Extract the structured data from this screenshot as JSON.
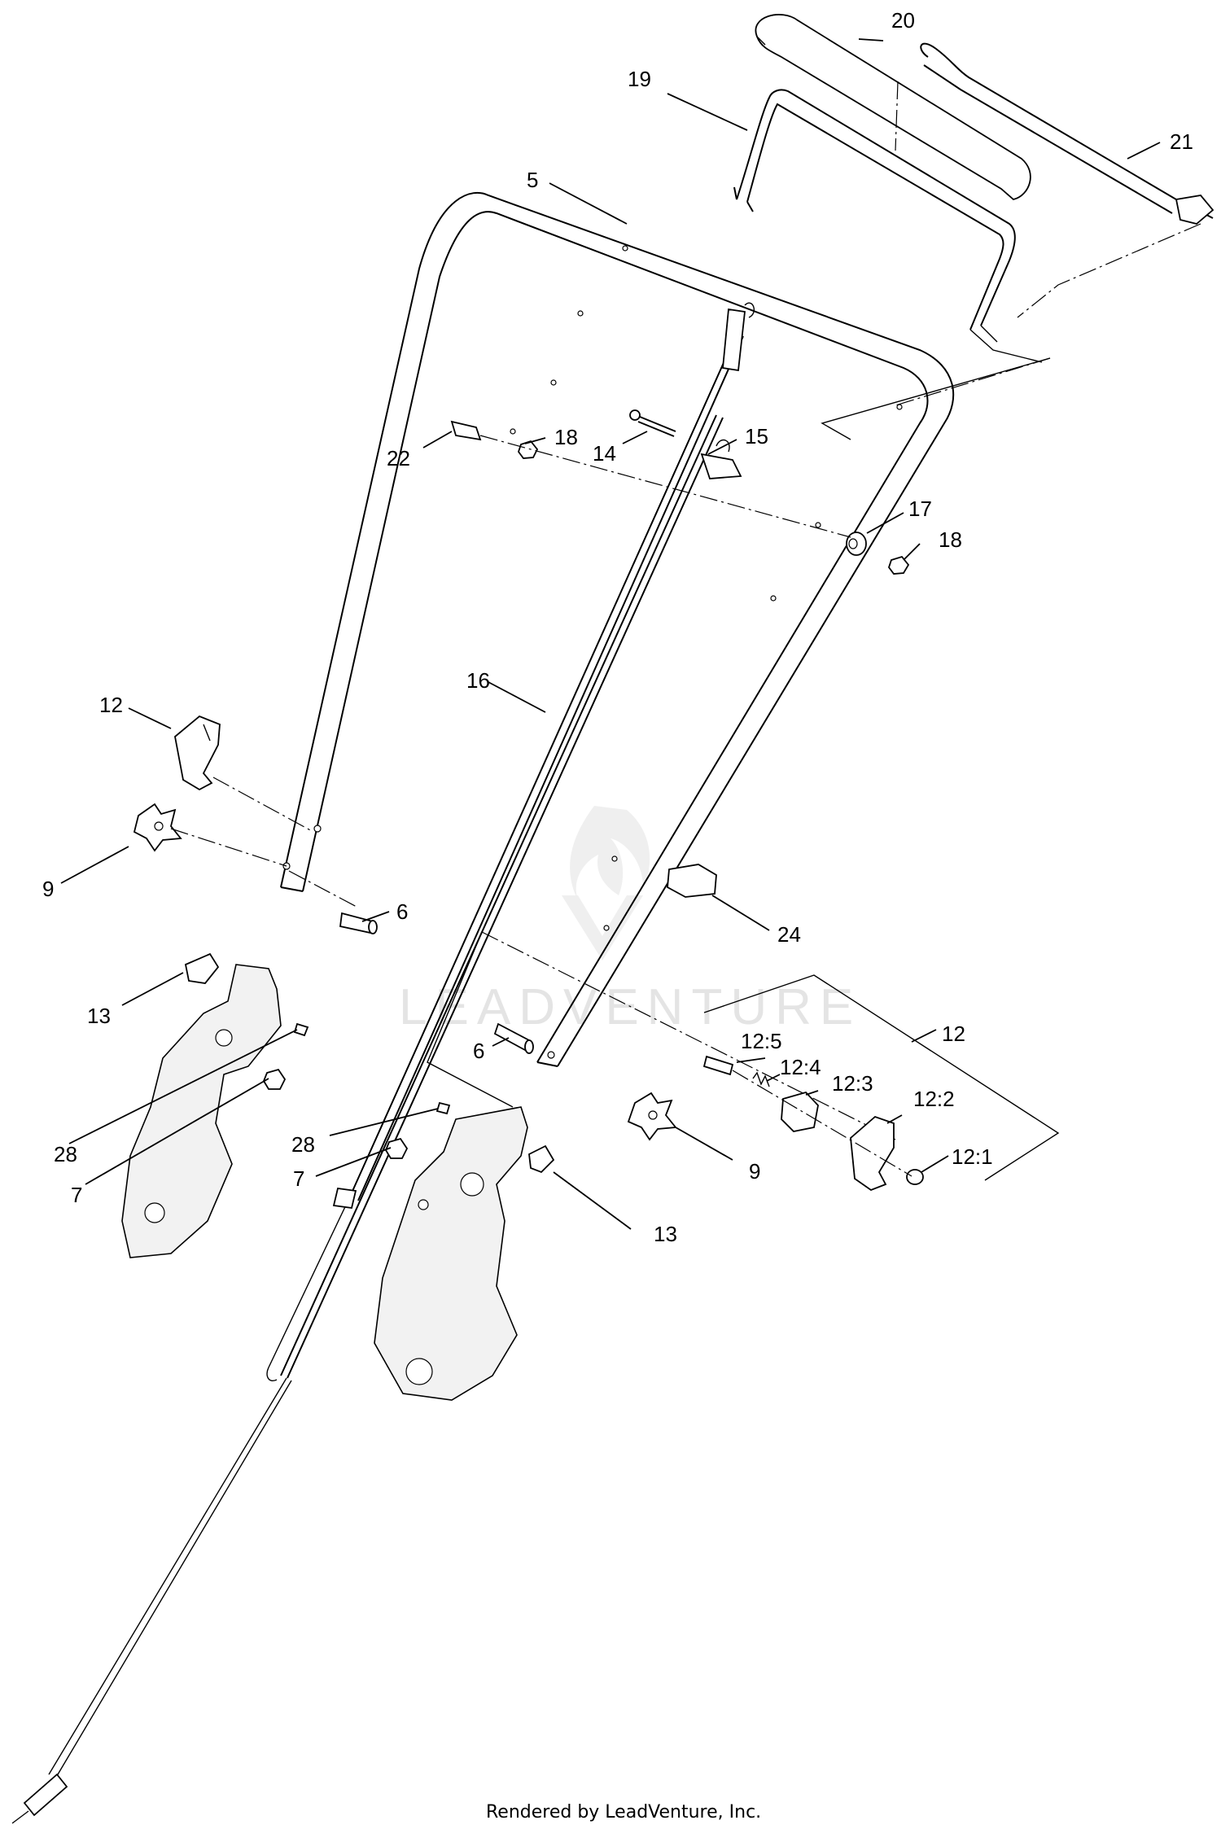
{
  "diagram": {
    "watermark": "LEADVENTURE",
    "footer": "Rendered by LeadVenture, Inc.",
    "callouts": {
      "c20": "20",
      "c19": "19",
      "c21": "21",
      "c5": "5",
      "c22": "22",
      "c18a": "18",
      "c14": "14",
      "c15": "15",
      "c17": "17",
      "c18b": "18",
      "c16": "16",
      "c12a": "12",
      "c9a": "9",
      "c6a": "6",
      "c24": "24",
      "c13a": "13",
      "c12b": "12",
      "c12_5": "12:5",
      "c6b": "6",
      "c12_4": "12:4",
      "c12_3": "12:3",
      "c12_2": "12:2",
      "c28a": "28",
      "c7a": "7",
      "c28b": "28",
      "c7b": "7",
      "c9b": "9",
      "c12_1": "12:1",
      "c13b": "13"
    }
  }
}
